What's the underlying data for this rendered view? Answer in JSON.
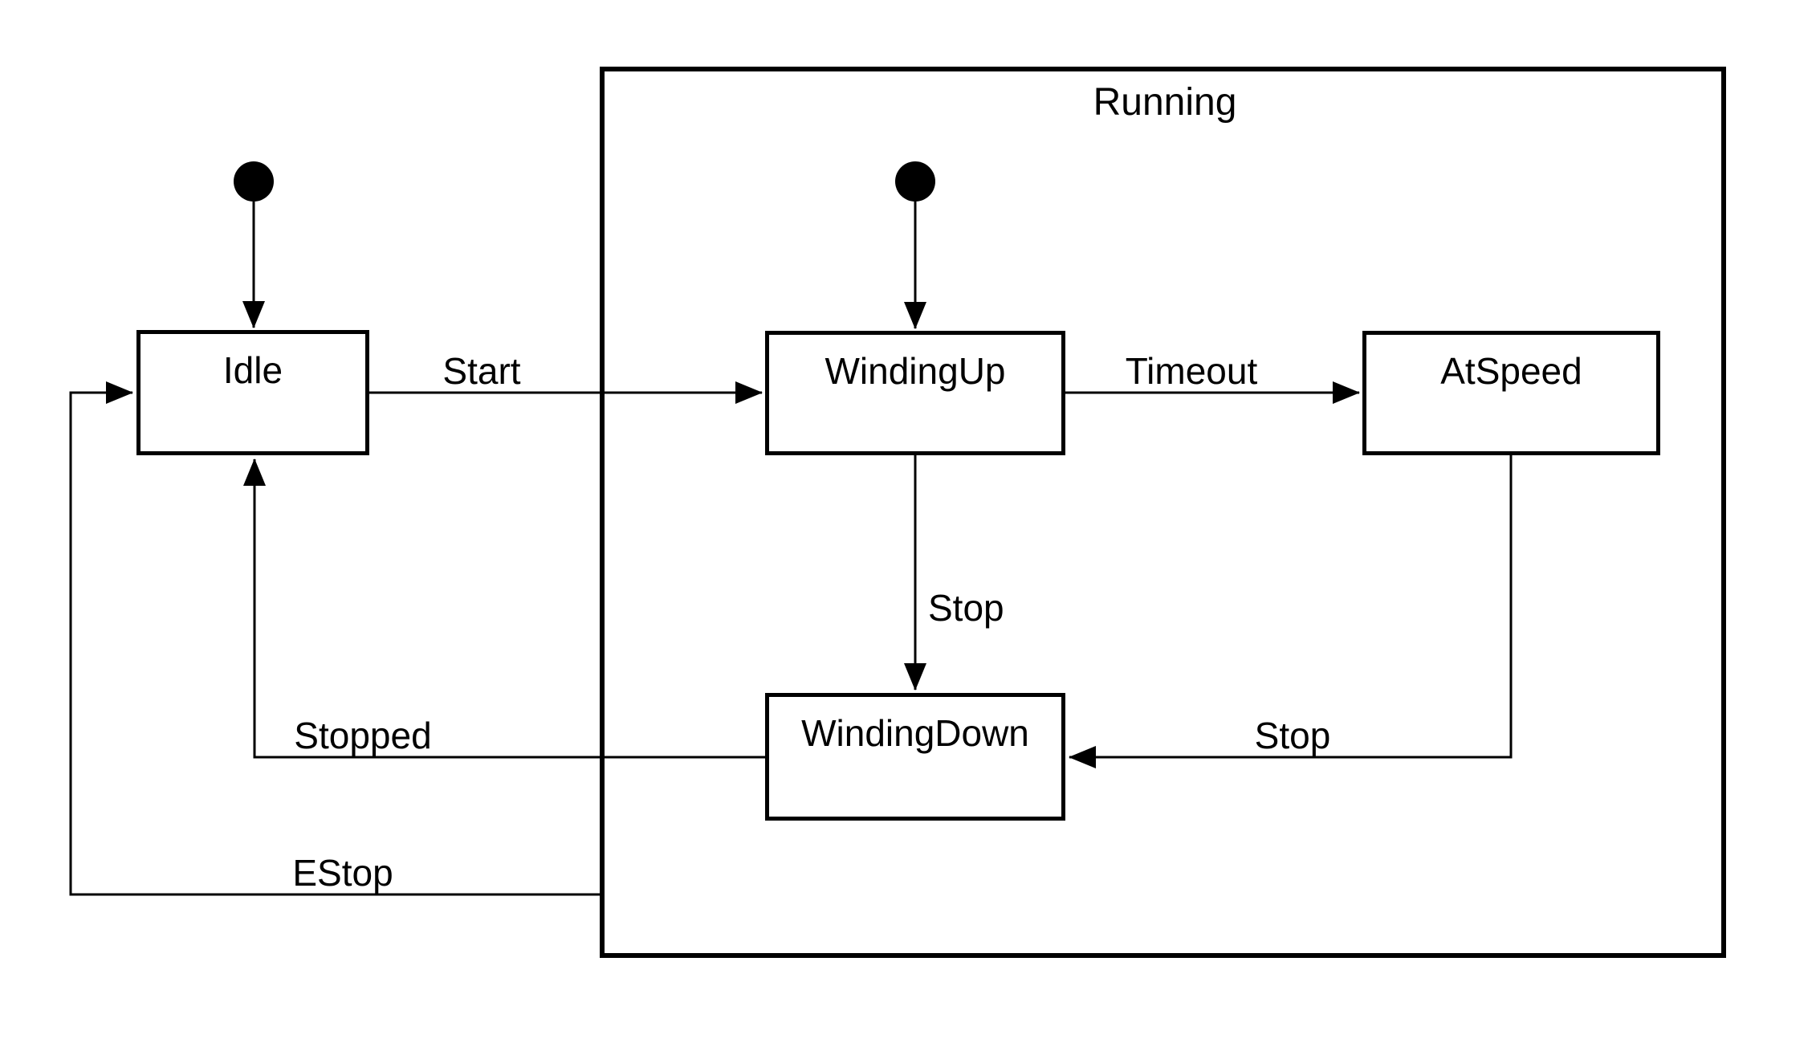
{
  "diagram": {
    "type": "uml-state-machine",
    "composite_state": {
      "label": "Running"
    },
    "states": [
      {
        "id": "Idle",
        "label": "Idle",
        "inside_running": false
      },
      {
        "id": "WindingUp",
        "label": "WindingUp",
        "inside_running": true
      },
      {
        "id": "AtSpeed",
        "label": "AtSpeed",
        "inside_running": true
      },
      {
        "id": "WindingDown",
        "label": "WindingDown",
        "inside_running": true
      }
    ],
    "initial_markers": [
      {
        "target": "Idle"
      },
      {
        "target": "WindingUp"
      }
    ],
    "transitions": [
      {
        "label": "Start",
        "from": "Idle",
        "to": "WindingUp"
      },
      {
        "label": "Timeout",
        "from": "WindingUp",
        "to": "AtSpeed"
      },
      {
        "label": "Stop",
        "from": "WindingUp",
        "to": "WindingDown"
      },
      {
        "label": "Stop",
        "from": "AtSpeed",
        "to": "WindingDown"
      },
      {
        "label": "Stopped",
        "from": "WindingDown",
        "to": "Idle"
      },
      {
        "label": "EStop",
        "from": "Running",
        "to": "Idle"
      }
    ],
    "colors": {
      "line": "#000000",
      "background": "#ffffff"
    }
  }
}
